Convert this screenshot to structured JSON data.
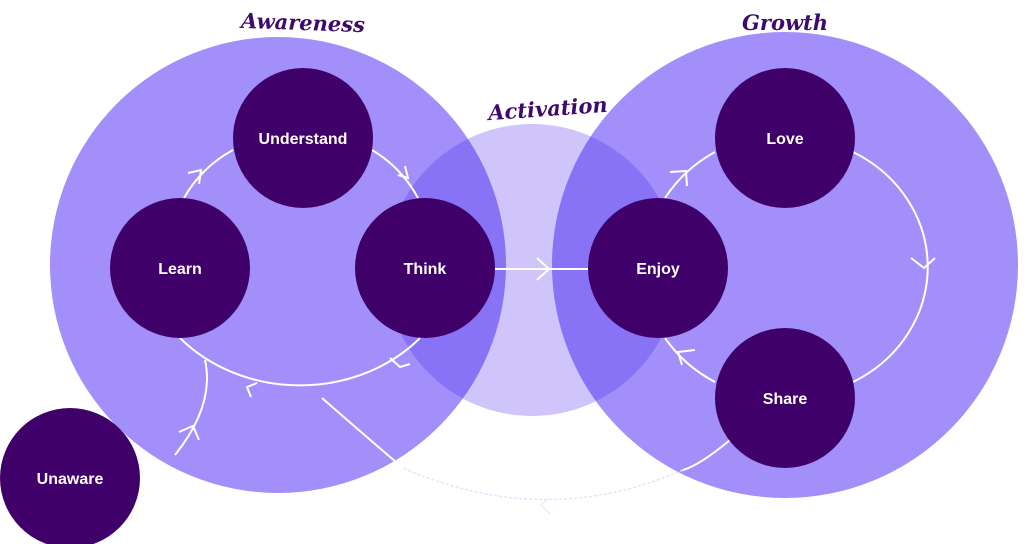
{
  "colors": {
    "big_circle": "#a38ffa",
    "activation_circle": "#cfc5fb",
    "overlap": "#8872f5",
    "node": "#40006a",
    "line": "#ffffff",
    "title": "#3f0a6a"
  },
  "stages": {
    "awareness": "Awareness",
    "activation": "Activation",
    "growth": "Growth"
  },
  "nodes": {
    "understand": "Understand",
    "learn": "Learn",
    "think": "Think",
    "enjoy": "Enjoy",
    "love": "Love",
    "share": "Share",
    "unaware": "Unaware"
  },
  "flows": [
    {
      "from": "Unaware",
      "to": "Learn"
    },
    {
      "from": "Learn",
      "to": "Understand"
    },
    {
      "from": "Understand",
      "to": "Think"
    },
    {
      "from": "Think",
      "to": "Learn"
    },
    {
      "from": "Think",
      "to": "Enjoy"
    },
    {
      "from": "Enjoy",
      "to": "Love"
    },
    {
      "from": "Love",
      "to": "Share"
    },
    {
      "from": "Share",
      "to": "Enjoy"
    },
    {
      "from": "Share",
      "to": "Awareness"
    }
  ]
}
